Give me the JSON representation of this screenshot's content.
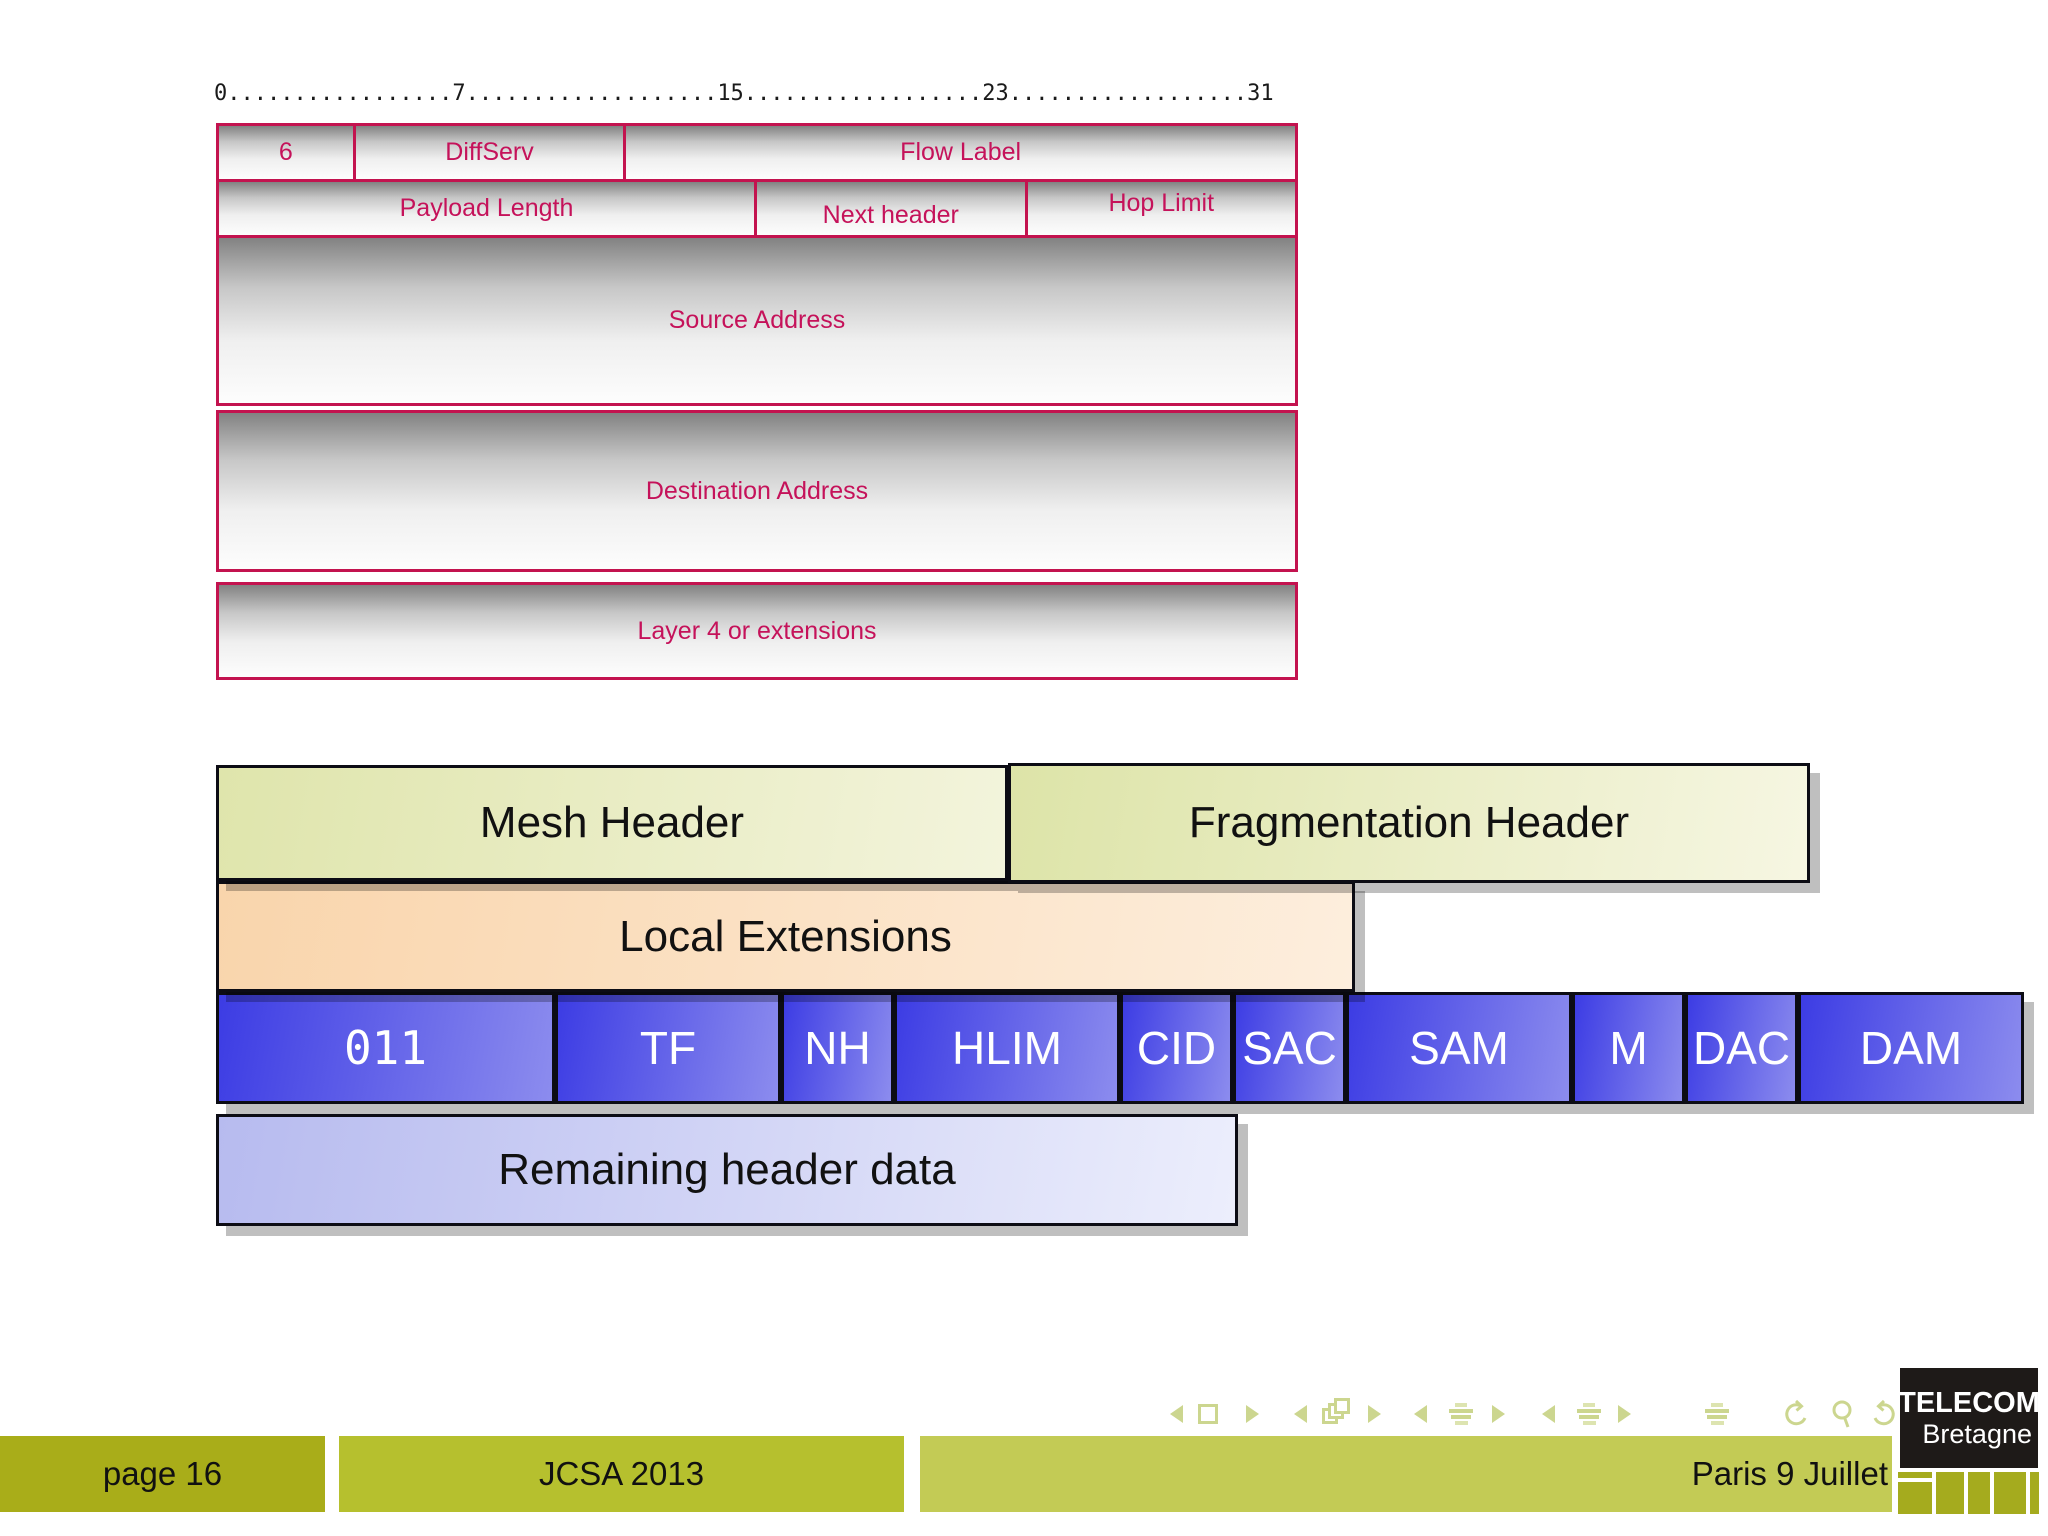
{
  "ruler": {
    "text": "0.................7...................15..................23..................31"
  },
  "ipv6": {
    "row1": [
      {
        "label": "6"
      },
      {
        "label": "DiffServ"
      },
      {
        "label": "Flow Label"
      }
    ],
    "row2": [
      {
        "label": "Payload Length"
      },
      {
        "label": "Next header"
      },
      {
        "label": "Hop Limit"
      }
    ],
    "source": "Source Address",
    "destination": "Destination Address",
    "layer4": "Layer 4 or extensions"
  },
  "sixlowpan": {
    "mesh_header": "Mesh Header",
    "fragmentation_header": "Fragmentation Header",
    "local_extensions": "Local Extensions",
    "fields": [
      "011",
      "TF",
      "NH",
      "HLIM",
      "CID",
      "SAC",
      "SAM",
      "M",
      "DAC",
      "DAM"
    ],
    "remaining": "Remaining header data"
  },
  "footer": {
    "page_label": "page 16",
    "conference": "JCSA 2013",
    "venue_date": "Paris 9 Juillet"
  },
  "logo": {
    "line1": "TELECOM",
    "line2": "Bretagne"
  },
  "colors": {
    "table_border": "#c3134f",
    "table_text": "#c5125a",
    "blue_dark": "#3c3ce4",
    "blue_light": "#8c8cee",
    "footer_left": "#a9ad19",
    "footer_mid": "#b6c02e",
    "footer_right": "#c3cb55",
    "nav_icon": "#ccd68f",
    "logo_green": "#a5ab1e"
  }
}
